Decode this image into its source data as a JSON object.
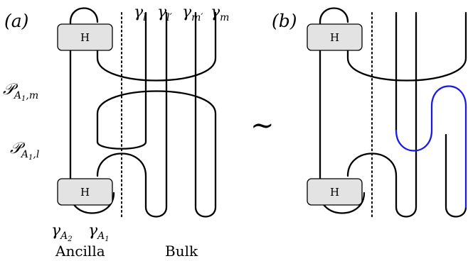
{
  "panels": {
    "a": {
      "label": "(a)"
    },
    "b": {
      "label": "(b)"
    }
  },
  "gate_label": "H",
  "equivalence_symbol": "∼",
  "projector_m": {
    "base": "𝒫",
    "sub": "A",
    "subsub": "1",
    "suffix": ",m"
  },
  "projector_l": {
    "base": "𝒫",
    "sub": "A",
    "subsub": "1",
    "suffix": ",l"
  },
  "bulk_legs": [
    {
      "base": "γ",
      "sub": "l"
    },
    {
      "base": "γ",
      "sub": "l′"
    },
    {
      "base": "γ",
      "sub": "m′"
    },
    {
      "base": "γ",
      "sub": "m"
    }
  ],
  "ancilla_legs": [
    {
      "base": "γ",
      "sub": "A",
      "subsub": "2"
    },
    {
      "base": "γ",
      "sub": "A",
      "subsub": "1"
    }
  ],
  "regions": {
    "ancilla": "Ancilla",
    "bulk": "Bulk"
  },
  "colors": {
    "wire": "#000000",
    "highlight": "#1a1ae6",
    "gate_fill": "#e3e3e3"
  }
}
